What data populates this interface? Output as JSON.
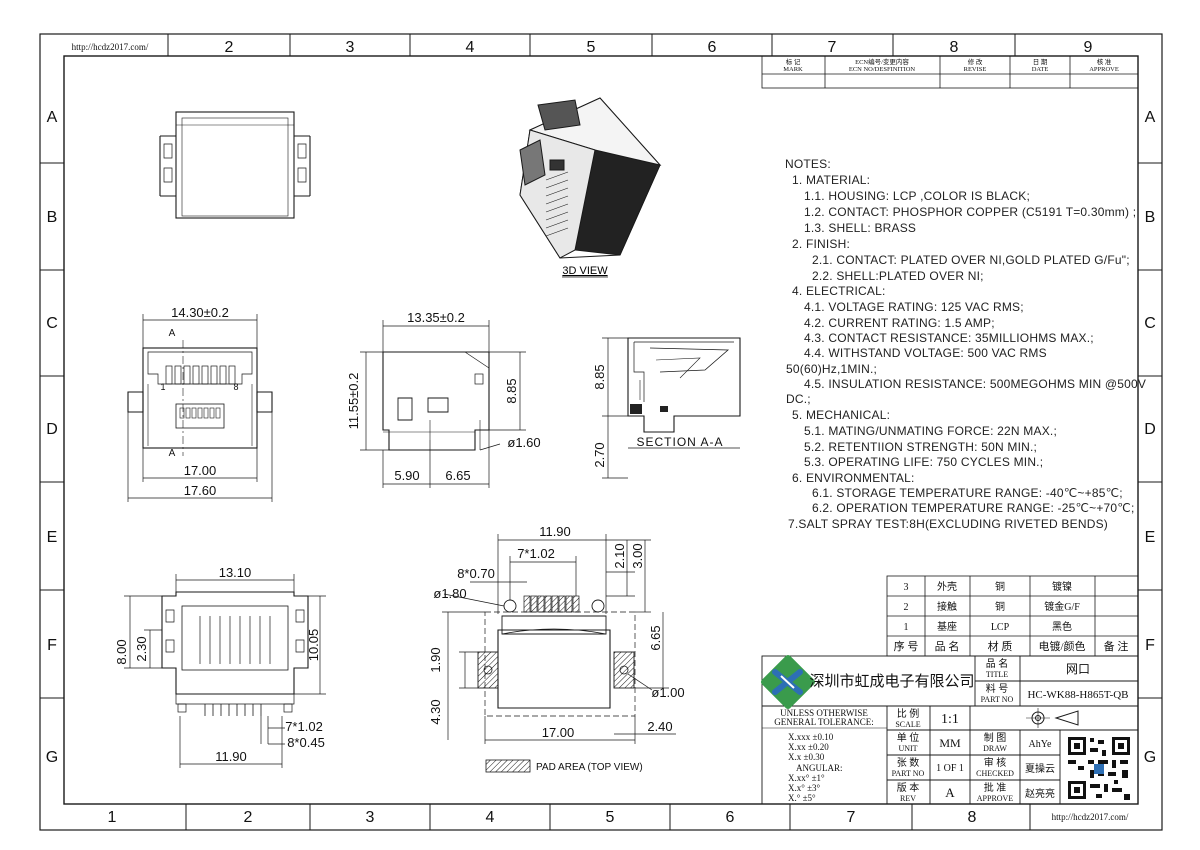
{
  "frame": {
    "url": "http://hcdz2017.com/",
    "top_cols": [
      "2",
      "3",
      "4",
      "5",
      "6",
      "7",
      "8",
      "9"
    ],
    "bottom_cols": [
      "1",
      "2",
      "3",
      "4",
      "5",
      "6",
      "7",
      "8"
    ],
    "rows": [
      "A",
      "B",
      "C",
      "D",
      "E",
      "F",
      "G"
    ]
  },
  "revision_table": {
    "headers": [
      {
        "cn": "标 记",
        "en": "MARK"
      },
      {
        "cn": "ECN编号/变更内容",
        "en": "ECN NO/DESFINITION"
      },
      {
        "cn": "修 改",
        "en": "REVISE"
      },
      {
        "cn": "日 期",
        "en": "DATE"
      },
      {
        "cn": "核 准",
        "en": "APPROVE"
      }
    ]
  },
  "notes": [
    "NOTES:",
    "1. MATERIAL:",
    "1.1. HOUSING: LCP ,COLOR IS BLACK;",
    "1.2. CONTACT: PHOSPHOR COPPER (C5191 T=0.30mm) ;",
    "1.3. SHELL: BRASS",
    "2. FINISH:",
    "2.1. CONTACT: PLATED OVER NI,GOLD PLATED G/Fu\";",
    "2.2. SHELL:PLATED OVER NI;",
    "4. ELECTRICAL:",
    "4.1. VOLTAGE RATING: 125 VAC RMS;",
    "4.2. CURRENT RATING: 1.5 AMP;",
    "4.3. CONTACT RESISTANCE: 35MILLIOHMS MAX.;",
    "4.4. WITHSTAND VOLTAGE: 500 VAC RMS",
    "50(60)Hz,1MIN.;",
    "4.5. INSULATION RESISTANCE: 500MEGOHMS MIN @500V",
    "DC.;",
    "5. MECHANICAL:",
    "5.1. MATING/UNMATING FORCE: 22N MAX.;",
    "5.2. RETENTIION STRENGTH: 50N MIN.;",
    "5.3. OPERATING LIFE: 750 CYCLES MIN.;",
    "6. ENVIRONMENTAL:",
    "6.1. STORAGE TEMPERATURE RANGE: -40℃~+85℃;",
    "6.2. OPERATION TEMPERATURE RANGE: -25℃~+70℃;",
    "7.SALT SPRAY TEST:8H(EXCLUDING RIVETED BENDS)"
  ],
  "labels": {
    "view_3d": "3D VIEW",
    "section": "SECTION A-A",
    "pad_area": "PAD AREA (TOP VIEW)",
    "sec_a": "A",
    "pin1": "1",
    "pin8": "8"
  },
  "dims": {
    "front_w": "14.30±0.2",
    "front_17": "17.00",
    "front_1760": "17.60",
    "side_w": "13.35±0.2",
    "side_h": "11.55±0.2",
    "side_885": "8.85",
    "side_d": "ø1.60",
    "side_590": "5.90",
    "side_665": "6.65",
    "sec_885": "8.85",
    "sec_270": "2.70",
    "bot_1310": "13.10",
    "bot_800": "8.00",
    "bot_230": "2.30",
    "bot_1005": "10.05",
    "bot_7x102": "7*1.02",
    "bot_8x045": "8*0.45",
    "bot_1190": "11.90",
    "pad_1190": "11.90",
    "pad_7x102": "7*1.02",
    "pad_8x070": "8*0.70",
    "pad_d180": "ø1.80",
    "pad_210": "2.10",
    "pad_300": "3.00",
    "pad_665": "6.65",
    "pad_190": "1.90",
    "pad_430": "4.30",
    "pad_d100": "ø1.00",
    "pad_1700": "17.00",
    "pad_240": "2.40"
  },
  "bom": [
    {
      "no": "3",
      "name": "外壳",
      "material": "铜",
      "finish": "镀镍",
      "note": ""
    },
    {
      "no": "2",
      "name": "接触",
      "material": "铜",
      "finish": "镀金G/F",
      "note": ""
    },
    {
      "no": "1",
      "name": "基座",
      "material": "LCP",
      "finish": "黑色",
      "note": ""
    }
  ],
  "bom_header": {
    "no": "序 号",
    "name": "品 名",
    "material": "材 质",
    "finish": "电镀/颜色",
    "note": "备 注"
  },
  "title_block": {
    "company": "深圳市虹成电子有限公司",
    "title_cn": "品 名",
    "title_en": "TITLE",
    "title_value": "网口",
    "part_cn": "料 号",
    "part_en": "PART NO",
    "part_value": "HC-WK88-H865T-QB",
    "tol_header1": "UNLESS   OTHERWISE",
    "tol_header2": "GENERAL TOLERANCE:",
    "tol_lines": [
      "X.xxx  ±0.10",
      "X.xx   ±0.20",
      "X.x    ±0.30"
    ],
    "angular": "ANGULAR:",
    "ang_lines": [
      "X.xx°    ±1°",
      "X.x°     ±3°",
      "X.°      ±5°"
    ],
    "scale_cn": "比 例",
    "scale_en": "SCALE",
    "scale_value": "1:1",
    "unit_cn": "单 位",
    "unit_en": "UNIT",
    "unit_value": "MM",
    "sheet_cn": "张 数",
    "sheet_en": "PART NO",
    "sheet_value": "1 OF 1",
    "rev_cn": "版 本",
    "rev_en": "REV",
    "rev_value": "A",
    "draw_cn": "制 图",
    "draw_en": "DRAW",
    "draw_value": "AhYe",
    "check_cn": "审 核",
    "check_en": "CHECKED",
    "check_value": "夏操云",
    "approve_cn": "批 准",
    "approve_en": "APPROVE",
    "approve_value": "赵亮亮"
  },
  "colors": {
    "line": "#1a1a1a",
    "logo_green": "#3a9b4c",
    "logo_blue": "#2d6fb5"
  }
}
